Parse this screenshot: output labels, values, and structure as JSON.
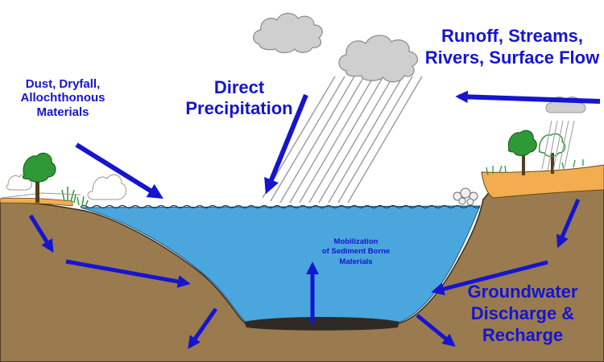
{
  "labels": {
    "dust": [
      "Dust, Dryfall,",
      "Allochthonous",
      "Materials"
    ],
    "direct_precipitation": [
      "Direct",
      "Precipitation"
    ],
    "runoff": [
      "Runoff, Streams,",
      "Rivers, Surface Flow"
    ],
    "mobilization": [
      "Mobilization",
      "of Sediment Borne",
      "Materials"
    ],
    "groundwater": [
      "Groundwater",
      "Discharge &",
      "Recharge"
    ]
  },
  "colors": {
    "arrow": "#1515d0",
    "text": "#1515d0",
    "water": "#4aa6dd",
    "soil": "#9a7b4f",
    "shore_sand": "#f3ad4f",
    "sediment": "#2f2a26",
    "cloud": "#cfcfcf",
    "rain": "#9a9a9a",
    "tree": "#2f9a35"
  },
  "icons": [
    "cloud-icon",
    "tree-icon",
    "rain-icon",
    "rock-icon",
    "grass-icon"
  ]
}
